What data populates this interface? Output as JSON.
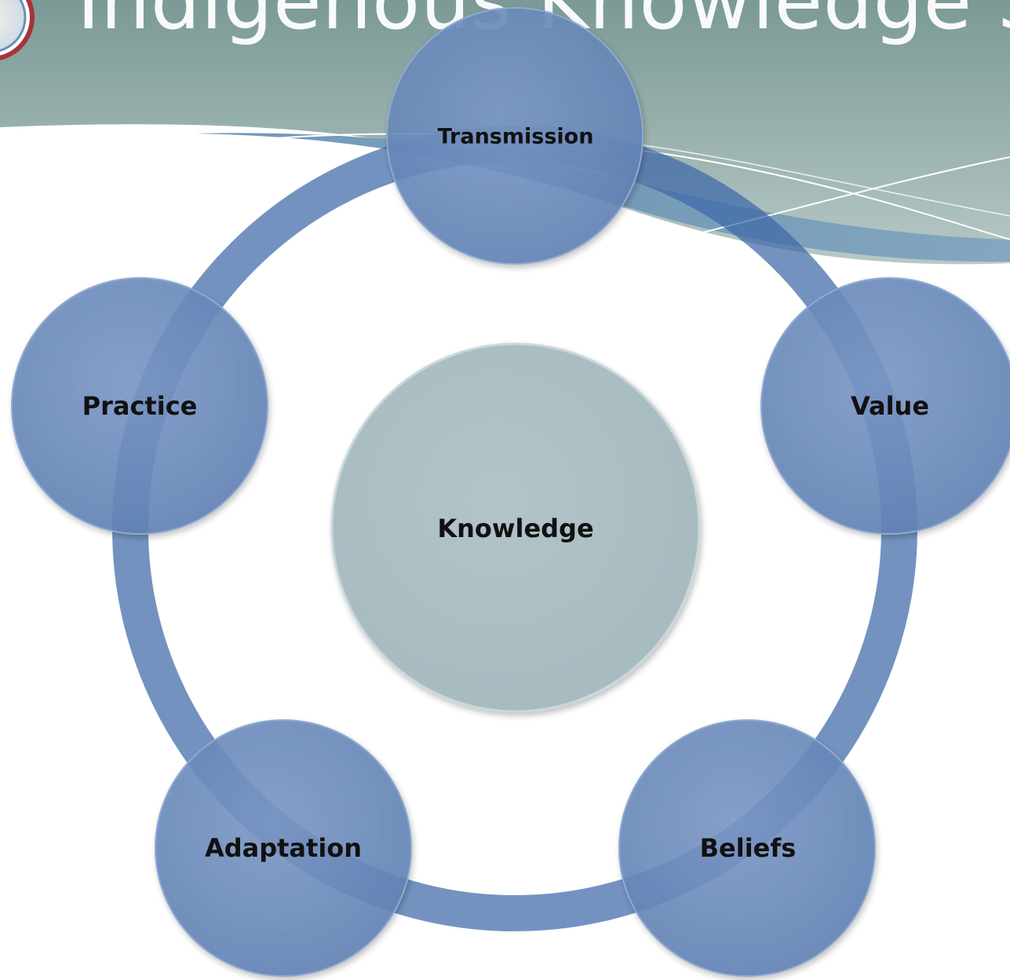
{
  "slide": {
    "title": "Indigenous Knowledge Sys"
  },
  "diagram": {
    "type": "radial-cycle",
    "center": {
      "label": "Knowledge"
    },
    "nodes": [
      {
        "id": "transmission",
        "label": "Transmission"
      },
      {
        "id": "value",
        "label": "Value"
      },
      {
        "id": "beliefs",
        "label": "Beliefs"
      },
      {
        "id": "adaptation",
        "label": "Adaptation"
      },
      {
        "id": "practice",
        "label": "Practice"
      }
    ]
  },
  "colors": {
    "header_gradient_top": "#7f9e98",
    "header_gradient_bottom": "#b4c6c4",
    "wave_blue": "#4c7fa6",
    "ring_blue": "#3f69a7",
    "node_fill": "#6a8bbb",
    "center_fill": "#adc0c4"
  }
}
